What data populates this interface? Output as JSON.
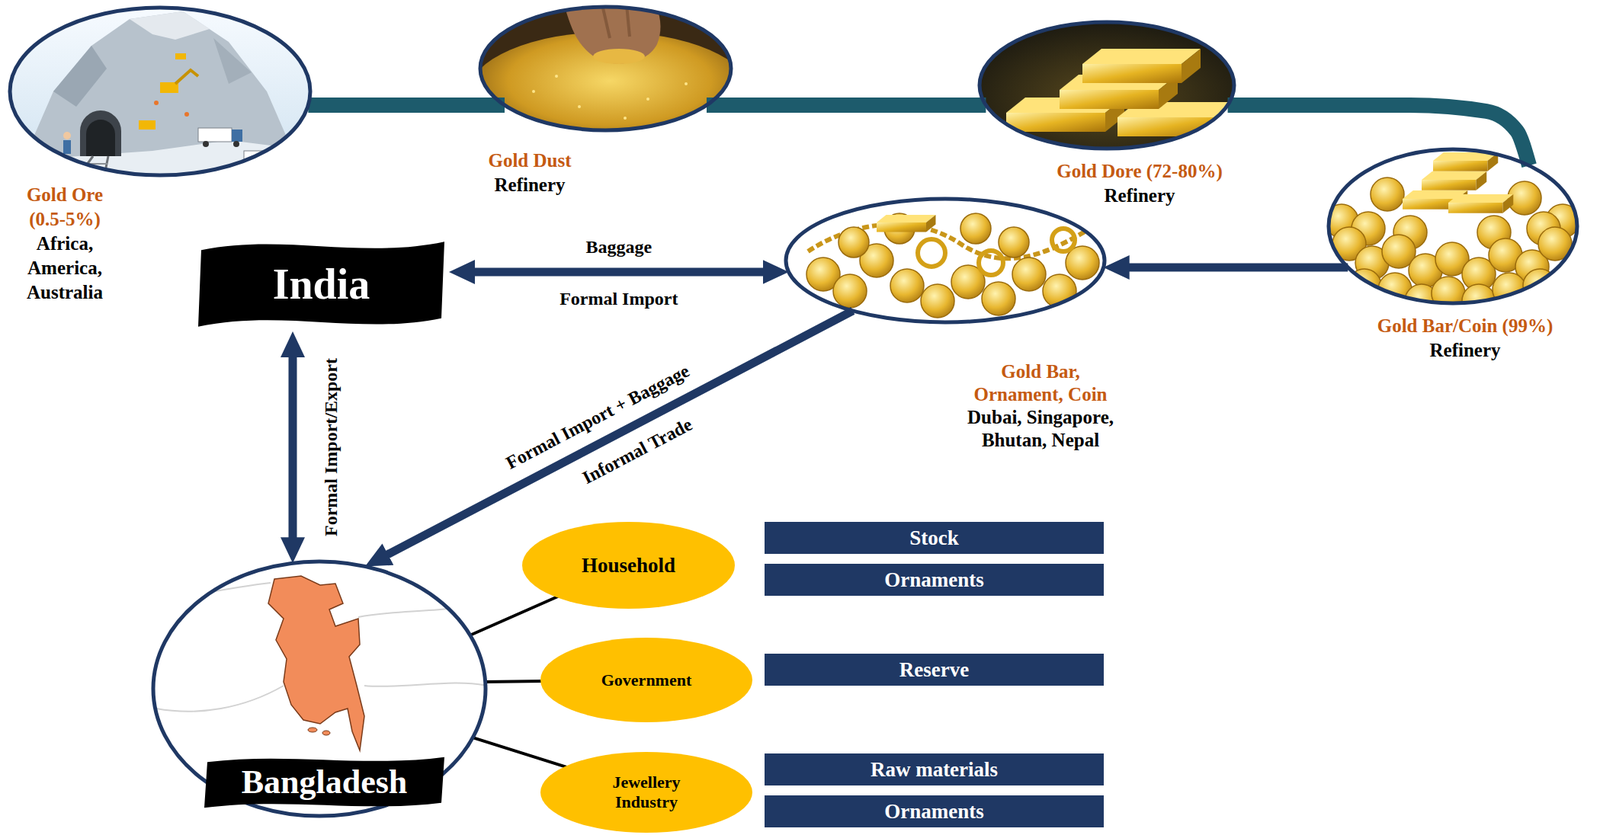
{
  "diagram": {
    "nodes": [
      {
        "text": [
          "Gold Ore (0.5-5%)",
          "Africa, America, Australia"
        ]
      },
      {
        "text": [
          "Gold Dust",
          "Refinery"
        ]
      },
      {
        "text": [
          "Gold Dore (72-80%)",
          "Refinery"
        ]
      },
      {
        "text": [
          "Gold Bar/Coin (99%)",
          "Refinery"
        ]
      },
      {
        "text": [
          "India"
        ]
      },
      {
        "text": [
          "Gold Bar, Ornament, Coin",
          "Dubai, Singapore, Bhutan, Nepal"
        ]
      },
      {
        "text": [
          "Bangladesh"
        ]
      },
      {
        "text": [
          "Household"
        ]
      },
      {
        "text": [
          "Stock"
        ]
      },
      {
        "text": [
          "Ornaments"
        ]
      },
      {
        "text": [
          "Government"
        ]
      },
      {
        "text": [
          "Reserve"
        ]
      },
      {
        "text": [
          "Jewellery Industry"
        ]
      },
      {
        "text": [
          "Raw materials"
        ]
      },
      {
        "text": [
          "Ornaments"
        ]
      }
    ],
    "edges": [
      {
        "from": 0,
        "to": 1,
        "arrow": "none"
      },
      {
        "from": 1,
        "to": 2,
        "arrow": "none"
      },
      {
        "from": 2,
        "to": 3,
        "arrow": "none"
      },
      {
        "from": 3,
        "to": 5,
        "arrow": "to"
      },
      {
        "from": 4,
        "to": 5,
        "label": "Baggage",
        "arrow": "both"
      },
      {
        "from": 4,
        "to": 6,
        "label": "Formal Import/Export",
        "arrow": "both"
      },
      {
        "from": 5,
        "to": 6,
        "label": "Formal Import + Baggage",
        "arrow": "to"
      },
      {
        "from": 6,
        "to": 7,
        "arrow": "none"
      },
      {
        "from": 6,
        "to": 10,
        "arrow": "none"
      },
      {
        "from": 6,
        "to": 12,
        "arrow": "none"
      }
    ],
    "labels": [
      "Formal Import",
      "Informal Trade"
    ]
  }
}
